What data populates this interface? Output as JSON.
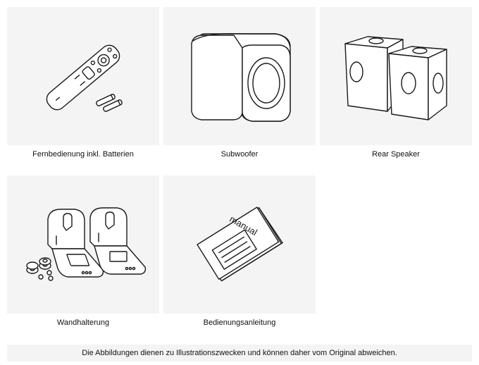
{
  "items": [
    {
      "label": "Fernbedienung inkl. Batterien",
      "icon": "remote-control-icon"
    },
    {
      "label": "Subwoofer",
      "icon": "subwoofer-icon"
    },
    {
      "label": "Rear Speaker",
      "icon": "rear-speakers-icon"
    },
    {
      "label": "Wandhalterung",
      "icon": "wall-mount-icon"
    },
    {
      "label": "Bedienungsanleitung",
      "icon": "manual-icon"
    }
  ],
  "manual_cover_text": "manual",
  "footer": {
    "disclaimer": "Die Abbildungen dienen zu Illustrationszwecken und können daher vom Original abweichen."
  }
}
